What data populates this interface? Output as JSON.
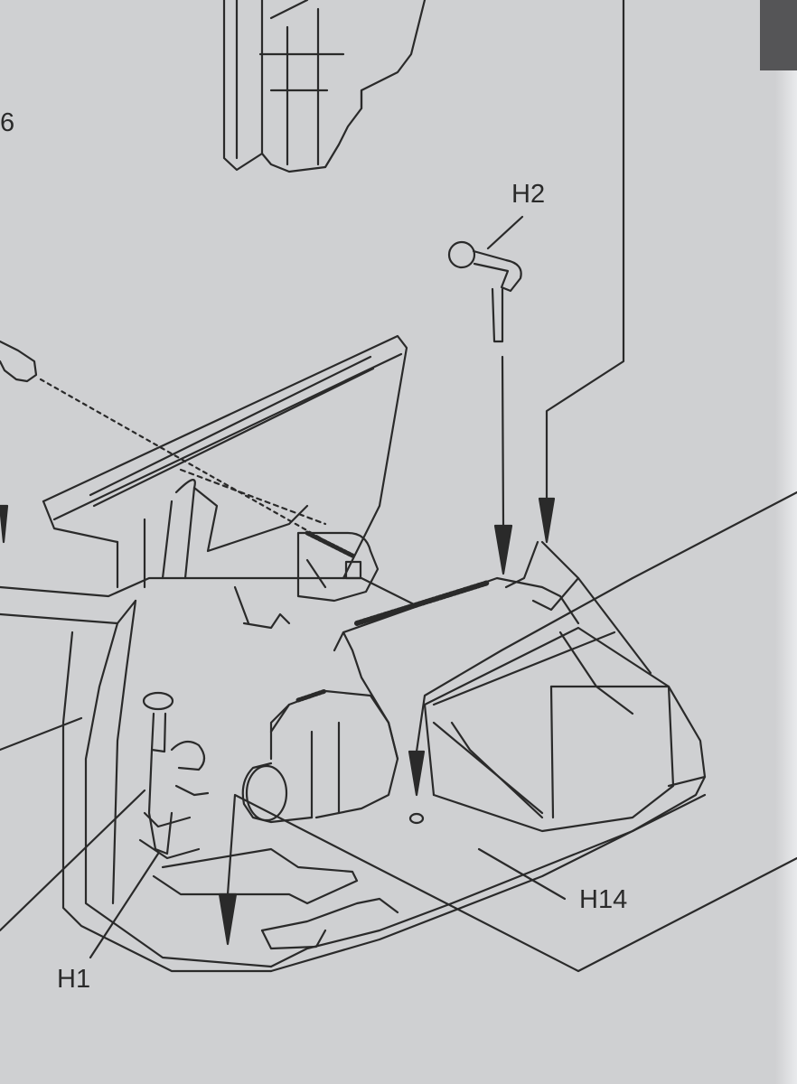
{
  "diagram": {
    "step_number": "6",
    "parts": {
      "h2": "H2",
      "h14": "H14",
      "h1": "H1"
    },
    "colors": {
      "paper": "#cfd0d2",
      "ink": "#2a2a2a",
      "corner": "#555557"
    }
  }
}
